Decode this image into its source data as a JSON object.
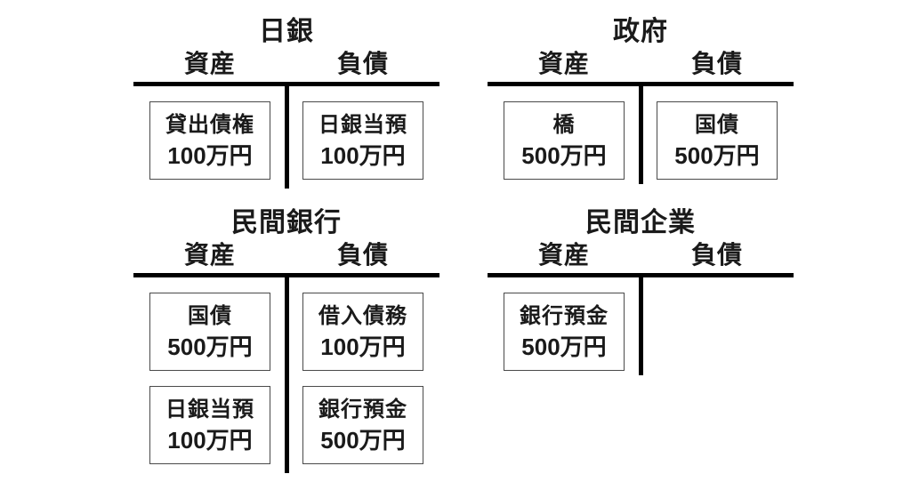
{
  "diagram": {
    "type": "balance-sheet-t-accounts",
    "colors": {
      "background": "#ffffff",
      "line": "#000000",
      "box_border": "#4a4a4a",
      "text": "#1a1a1a"
    },
    "accounts": [
      {
        "id": "boj",
        "title": "日銀",
        "assets_label": "資産",
        "liabilities_label": "負債",
        "assets": [
          {
            "name": "貸出債権",
            "amount": "100万円"
          }
        ],
        "liabilities": [
          {
            "name": "日銀当預",
            "amount": "100万円"
          }
        ]
      },
      {
        "id": "government",
        "title": "政府",
        "assets_label": "資産",
        "liabilities_label": "負債",
        "assets": [
          {
            "name": "橋",
            "amount": "500万円"
          }
        ],
        "liabilities": [
          {
            "name": "国債",
            "amount": "500万円"
          }
        ]
      },
      {
        "id": "private-bank",
        "title": "民間銀行",
        "assets_label": "資産",
        "liabilities_label": "負債",
        "assets": [
          {
            "name": "国債",
            "amount": "500万円"
          },
          {
            "name": "日銀当預",
            "amount": "100万円"
          }
        ],
        "liabilities": [
          {
            "name": "借入債務",
            "amount": "100万円"
          },
          {
            "name": "銀行預金",
            "amount": "500万円"
          }
        ]
      },
      {
        "id": "private-company",
        "title": "民間企業",
        "assets_label": "資産",
        "liabilities_label": "負債",
        "assets": [
          {
            "name": "銀行預金",
            "amount": "500万円"
          }
        ],
        "liabilities": []
      }
    ]
  }
}
